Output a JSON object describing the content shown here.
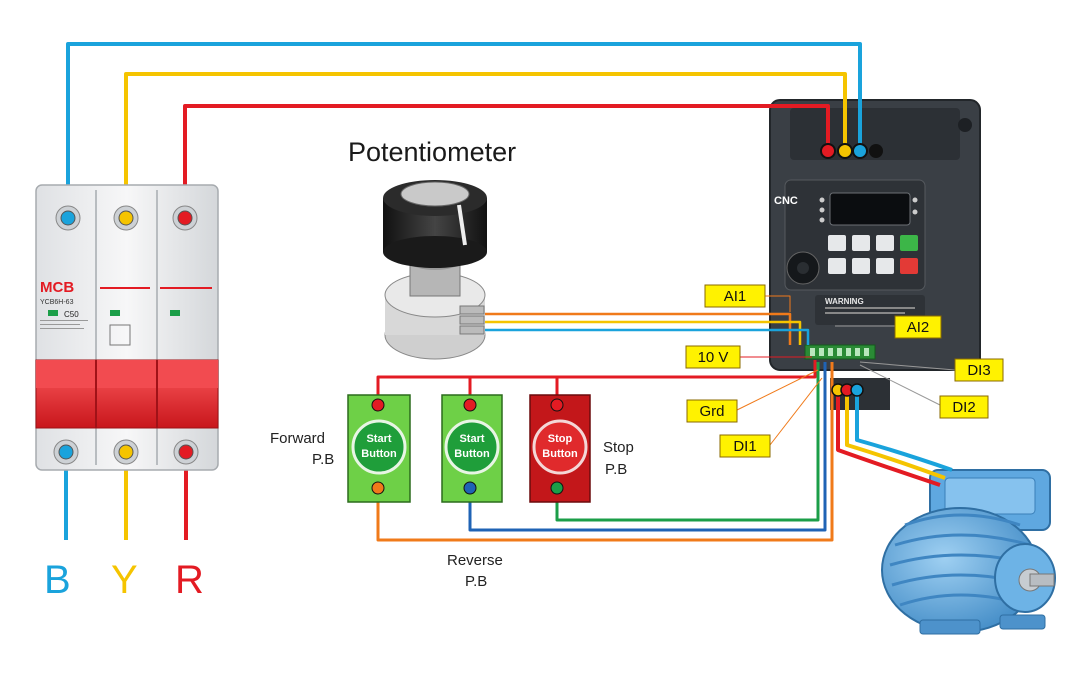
{
  "title": "Potentiometer",
  "colors": {
    "blue": "#1aa3dc",
    "yellow": "#f5c400",
    "red": "#e31b23",
    "orange": "#f07a1a",
    "green": "#1b9e48",
    "button_green": "#6ed047",
    "button_red": "#c3171a",
    "vfd_body": "#3a3f45"
  },
  "mcb": {
    "brand": "MCB",
    "model": "YCB6H-63",
    "rating": "C50"
  },
  "phases": [
    "B",
    "Y",
    "R"
  ],
  "vfd": {
    "brand": "CNC",
    "warning": "WARNING"
  },
  "terminals": {
    "ai1": "AI1",
    "ai2": "AI2",
    "v10": "10 V",
    "grd": "Grd",
    "di1": "DI1",
    "di2": "DI2",
    "di3": "DI3"
  },
  "buttons": {
    "forward": {
      "line1": "Start",
      "line2": "Button",
      "label": "Forward",
      "sub": "P.B"
    },
    "reverse": {
      "line1": "Start",
      "line2": "Button",
      "label": "Reverse",
      "sub": "P.B"
    },
    "stop": {
      "line1": "Stop",
      "line2": "Button",
      "label": "Stop",
      "sub": "P.B"
    }
  }
}
